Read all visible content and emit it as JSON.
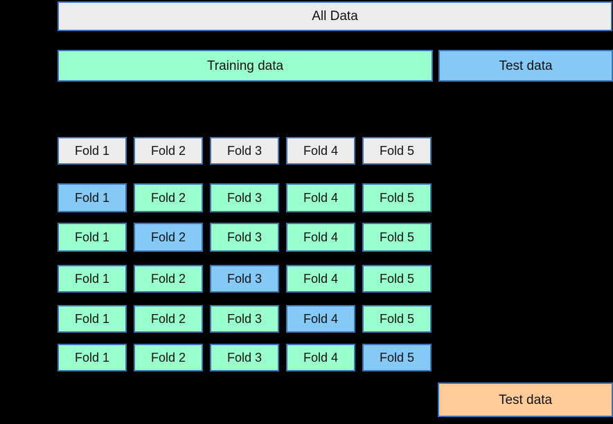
{
  "diagram": {
    "all_data_label": "All Data",
    "training_label": "Training data",
    "test_top_label": "Test data",
    "final_test_label": "Test data"
  },
  "grid": {
    "fold_labels": [
      "Fold 1",
      "Fold 2",
      "Fold 3",
      "Fold 4",
      "Fold 5"
    ],
    "header_style": "neutral",
    "splits": [
      {
        "test_fold": 0
      },
      {
        "test_fold": 1
      },
      {
        "test_fold": 2
      },
      {
        "test_fold": 3
      },
      {
        "test_fold": 4
      }
    ]
  },
  "colors": {
    "background": "#000000",
    "neutral_fill": "#ECECEC",
    "train_fill": "#99FFCC",
    "test_fill": "#85C9F7",
    "final_test_fill": "#FFCC99",
    "border": "#3D73B4",
    "text": "#111111"
  }
}
